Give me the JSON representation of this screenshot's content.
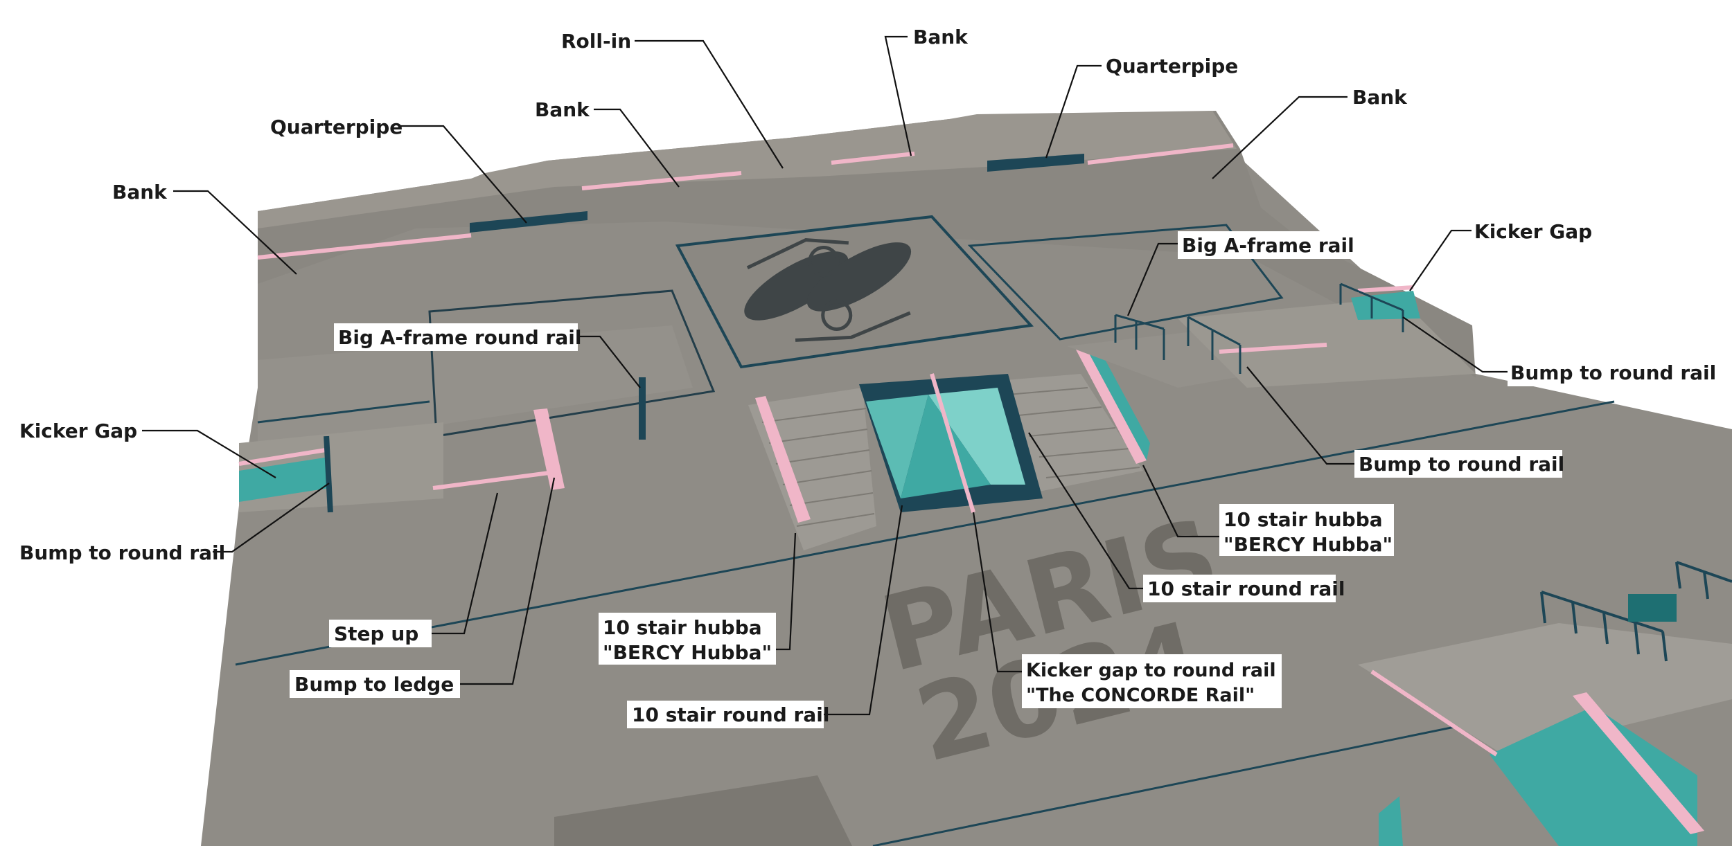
{
  "logo": {
    "line1": "PARIS",
    "line2": "2024"
  },
  "colors": {
    "concrete": "#8e8b85",
    "concrete_dark": "#7b7872",
    "concrete_light": "#a09d97",
    "teal": "#3fa9a3",
    "teal_dark": "#1e6f72",
    "navy": "#1d4656",
    "pink": "#f0b6c8",
    "leader": "#111111"
  },
  "labels": {
    "roll_in": "Roll-in",
    "bank_top_center": "Bank",
    "quarterpipe_right": "Quarterpipe",
    "bank_right": "Bank",
    "bank_center": "Bank",
    "quarterpipe_left": "Quarterpipe",
    "bank_left": "Bank",
    "kicker_gap_right": "Kicker Gap",
    "big_aframe_rail": "Big A-frame rail",
    "big_aframe_round_rail": "Big A-frame round rail",
    "bump_round_rail_far_right": "Bump to round rail",
    "bump_round_rail_right": "Bump to round rail",
    "kicker_gap_left": "Kicker Gap",
    "hubba_right_line1": "10 stair hubba",
    "hubba_right_line2": "\"BERCY Hubba\"",
    "bump_round_rail_left": "Bump to round rail",
    "round_rail_right": "10 stair round rail",
    "hubba_left_line1": "10 stair hubba",
    "hubba_left_line2": "\"BERCY Hubba\"",
    "step_up": "Step up",
    "concorde_line1": "Kicker gap to round rail",
    "concorde_line2": "\"The CONCORDE Rail\"",
    "bump_to_ledge": "Bump to ledge",
    "round_rail_left": "10 stair round rail"
  }
}
